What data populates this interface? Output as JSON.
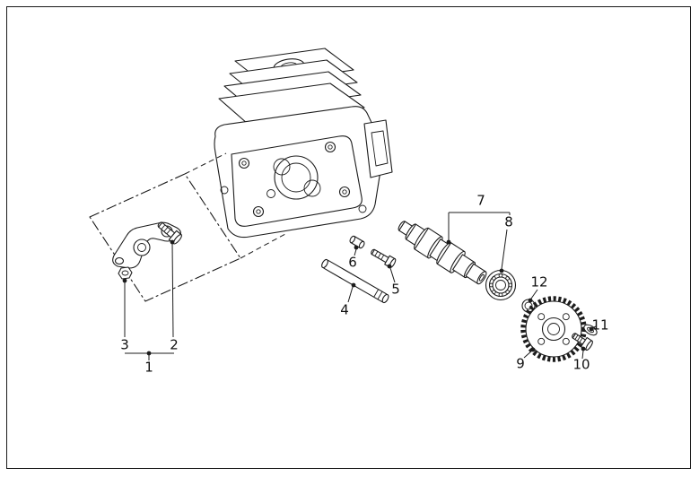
{
  "figure": {
    "background": "#ffffff",
    "line_color": "#1c1c1c",
    "frame_color": "#1a1a1a"
  },
  "callouts": [
    {
      "label": "1"
    },
    {
      "label": "2"
    },
    {
      "label": "3"
    },
    {
      "label": "4"
    },
    {
      "label": "5"
    },
    {
      "label": "6"
    },
    {
      "label": "7"
    },
    {
      "label": "8"
    },
    {
      "label": "9"
    },
    {
      "label": "10"
    },
    {
      "label": "11"
    },
    {
      "label": "12"
    }
  ]
}
